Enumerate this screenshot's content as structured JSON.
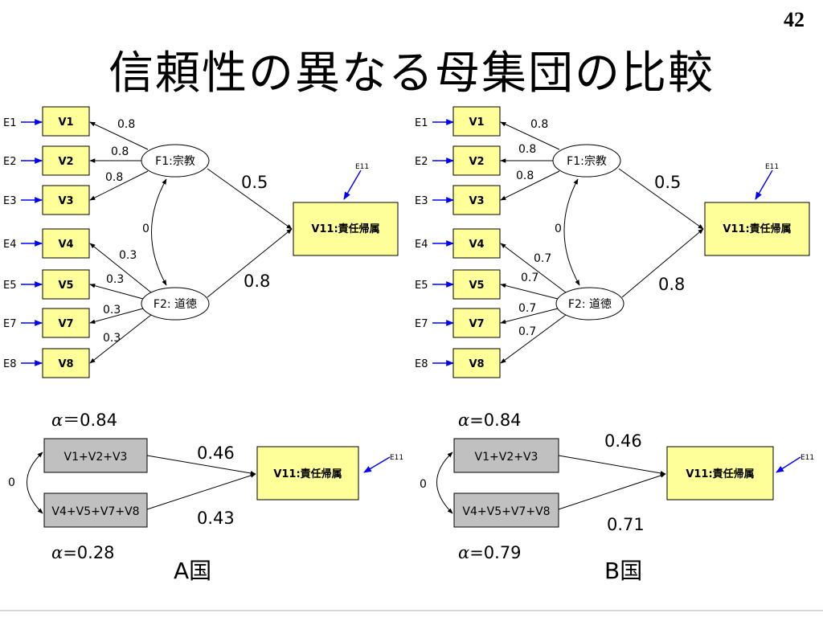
{
  "page_number": "42",
  "title": "信頼性の異なる母集団の比較",
  "colors": {
    "observed_box": "#ffff99",
    "composite_box": "#c0c0c0",
    "error_arrow": "#0000ff"
  },
  "panels": [
    {
      "country": "A国",
      "factor1": "F1:宗教",
      "factor2": "F2: 道徳",
      "outcome": "V11:責任帰属",
      "outcome_error": "E11",
      "observed": [
        "V1",
        "V2",
        "V3",
        "V4",
        "V5",
        "V7",
        "V8"
      ],
      "errors": [
        "E1",
        "E2",
        "E3",
        "E4",
        "E5",
        "E7",
        "E8"
      ],
      "f1_loadings": [
        "0.8",
        "0.8",
        "0.8"
      ],
      "f2_loadings": [
        "0.3",
        "0.3",
        "0.3",
        "0.3"
      ],
      "factor_correlation": "0",
      "path_f1": "0.5",
      "path_f2": "0.8",
      "composite1": "V1+V2+V3",
      "composite2": "V4+V5+V7+V8",
      "composite_correlation": "0",
      "composite_path1": "0.46",
      "composite_path2": "0.43",
      "alpha1": "＝0.84",
      "alpha2": "=0.28"
    },
    {
      "country": "B国",
      "factor1": "F1:宗教",
      "factor2": "F2: 道徳",
      "outcome": "V11:責任帰属",
      "outcome_error": "E11",
      "observed": [
        "V1",
        "V2",
        "V3",
        "V4",
        "V5",
        "V7",
        "V8"
      ],
      "errors": [
        "E1",
        "E2",
        "E3",
        "E4",
        "E5",
        "E7",
        "E8"
      ],
      "f1_loadings": [
        "0.8",
        "0.8",
        "0.8"
      ],
      "f2_loadings": [
        "0.7",
        "0.7",
        "0.7",
        "0.7"
      ],
      "factor_correlation": "0",
      "path_f1": "0.5",
      "path_f2": "0.8",
      "composite1": "V1+V2+V3",
      "composite2": "V4+V5+V7+V8",
      "composite_correlation": "0",
      "composite_path1": "0.46",
      "composite_path2": "0.71",
      "alpha1": "=0.84",
      "alpha2": "=0.79"
    }
  ]
}
